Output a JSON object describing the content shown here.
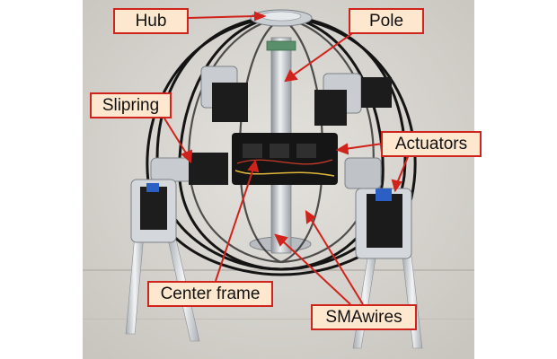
{
  "labels": {
    "hub": "Hub",
    "pole": "Pole",
    "slipring": "Slipring",
    "actuators": "Actuators",
    "center_frame": "Center frame",
    "sma_wires": "SMAwires"
  },
  "colors": {
    "callout_fill": "#fde8cf",
    "callout_border": "#d0231b",
    "leader_line": "#d0231b",
    "photo_background": "#d9d7d2",
    "frame": "#1c1c1c",
    "metal": "#bfc3c8"
  }
}
